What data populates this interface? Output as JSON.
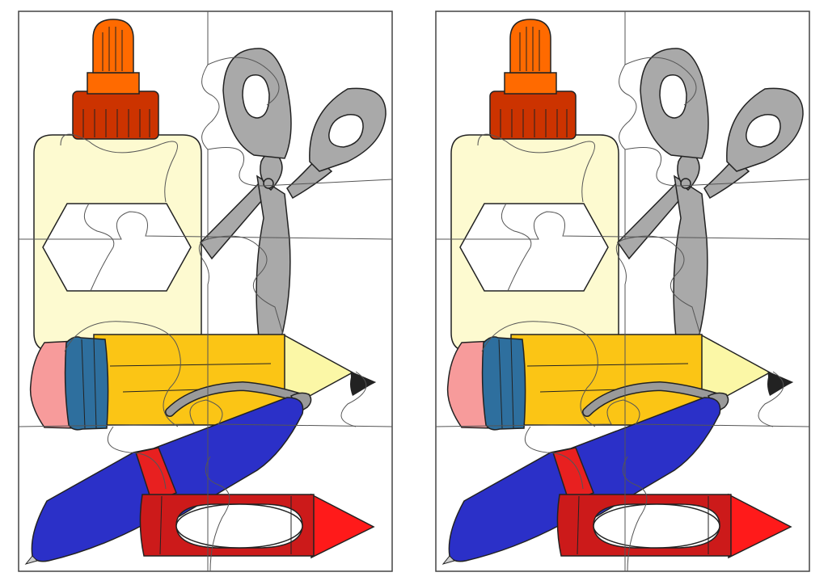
{
  "puzzles": [
    {
      "grid": {
        "columns": 2,
        "rows": 4
      }
    },
    {
      "grid": {
        "columns": 2,
        "rows": 4
      }
    }
  ],
  "icons": [
    "glue-bottle-icon",
    "scissors-icon",
    "pencil-icon",
    "pen-icon",
    "crayon-icon"
  ],
  "colors": {
    "background": "#ffffff",
    "outline": "#222222",
    "cut_line": "#555555",
    "glue_cap_top": "#ff6a00",
    "glue_cap_base": "#cc3300",
    "glue_body": "#fdfad0",
    "scissors": "#a9a9a9",
    "pencil_body": "#fbc515",
    "pencil_wood": "#fbf7a6",
    "pencil_band": "#2e6f9e",
    "pencil_eraser": "#f79b9b",
    "pen_body": "#2b30c8",
    "pen_grip": "#e82020",
    "pen_clip": "#9a9a9a",
    "crayon_body": "#cc1a1a",
    "crayon_tip": "#ff1a1a"
  }
}
